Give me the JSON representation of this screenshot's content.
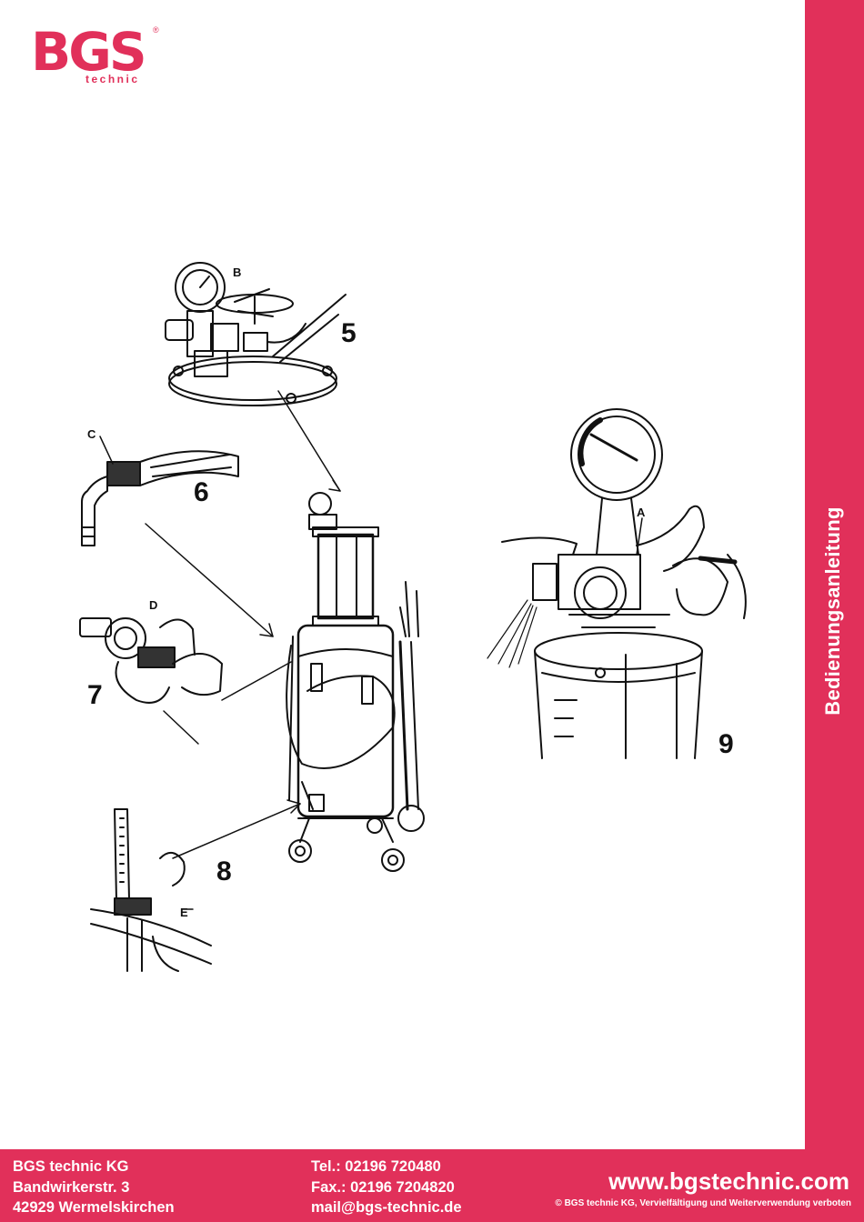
{
  "logo": {
    "brand": "BGS",
    "sub": "technic",
    "reg": "®"
  },
  "sidebar": {
    "label": "Bedienungsanleitung"
  },
  "figures": {
    "steps": [
      "5",
      "6",
      "7",
      "8",
      "9"
    ],
    "callouts": [
      "A",
      "B",
      "C",
      "D",
      "E"
    ]
  },
  "footer": {
    "company": "BGS technic KG",
    "street": "Bandwirkerstr. 3",
    "city": "42929 Wermelskirchen",
    "tel": "Tel.: 02196 720480",
    "fax": "Fax.: 02196 7204820",
    "mail": "mail@bgs-technic.de",
    "web": "www.bgstechnic.com",
    "copyright": "© BGS technic KG, Vervielfältigung und Weiterverwendung verboten"
  },
  "colors": {
    "brand": "#e1305a",
    "ink": "#111111"
  }
}
